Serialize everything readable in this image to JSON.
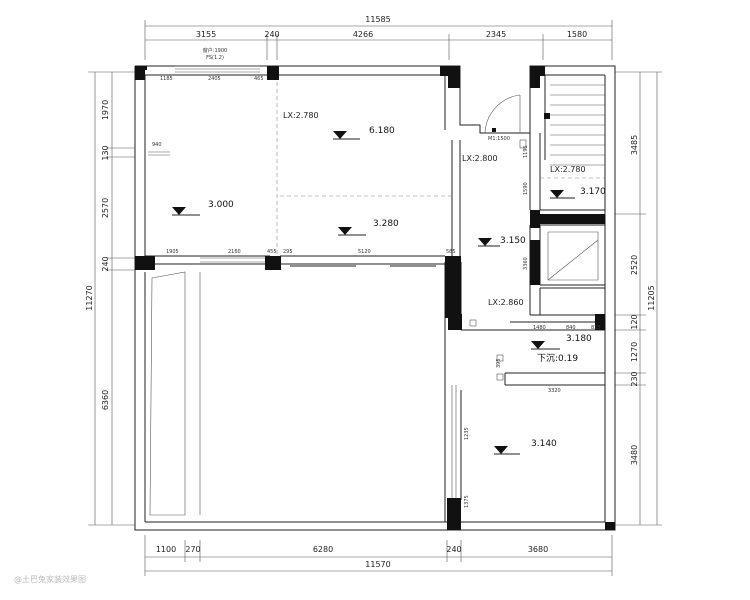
{
  "dims_top": {
    "total": "11585",
    "seg": [
      "3155",
      "240",
      "4266",
      "2345",
      "1580"
    ]
  },
  "dims_bottom": {
    "total": "11570",
    "seg": [
      "1100",
      "270",
      "6280",
      "240",
      "3680"
    ]
  },
  "dims_left": {
    "total": "11270",
    "seg": [
      "1970",
      "130",
      "2570",
      "240",
      "6360"
    ]
  },
  "dims_right": {
    "total": "11205",
    "seg": [
      "3485",
      "2520",
      "120",
      "1270",
      "230",
      "3480"
    ]
  },
  "window_note": [
    "窗户:1900",
    "FS(1.2)"
  ],
  "inner_dims": {
    "top_room": [
      "1185",
      "2405",
      "465"
    ],
    "left_940": "940",
    "mid": [
      "1905",
      "2160",
      "455",
      "295",
      "5120",
      "585"
    ],
    "right_vert": [
      "1195",
      "1590",
      "3360"
    ],
    "bath": [
      "1480",
      "840",
      "825"
    ],
    "small": [
      "395"
    ],
    "room_3320": "3320",
    "v_lower": [
      "1235",
      "1375"
    ],
    "door": "M1:1500"
  },
  "levels": [
    "6.180",
    "3.000",
    "3.280",
    "3.170",
    "3.150",
    "3.180",
    "3.140"
  ],
  "lx_labels": [
    "LX:2.780",
    "LX:2.800",
    "LX:2.780",
    "LX:2.860"
  ],
  "sink_label": "下沉:0.19",
  "watermark": "@土巴兔家装效果图"
}
